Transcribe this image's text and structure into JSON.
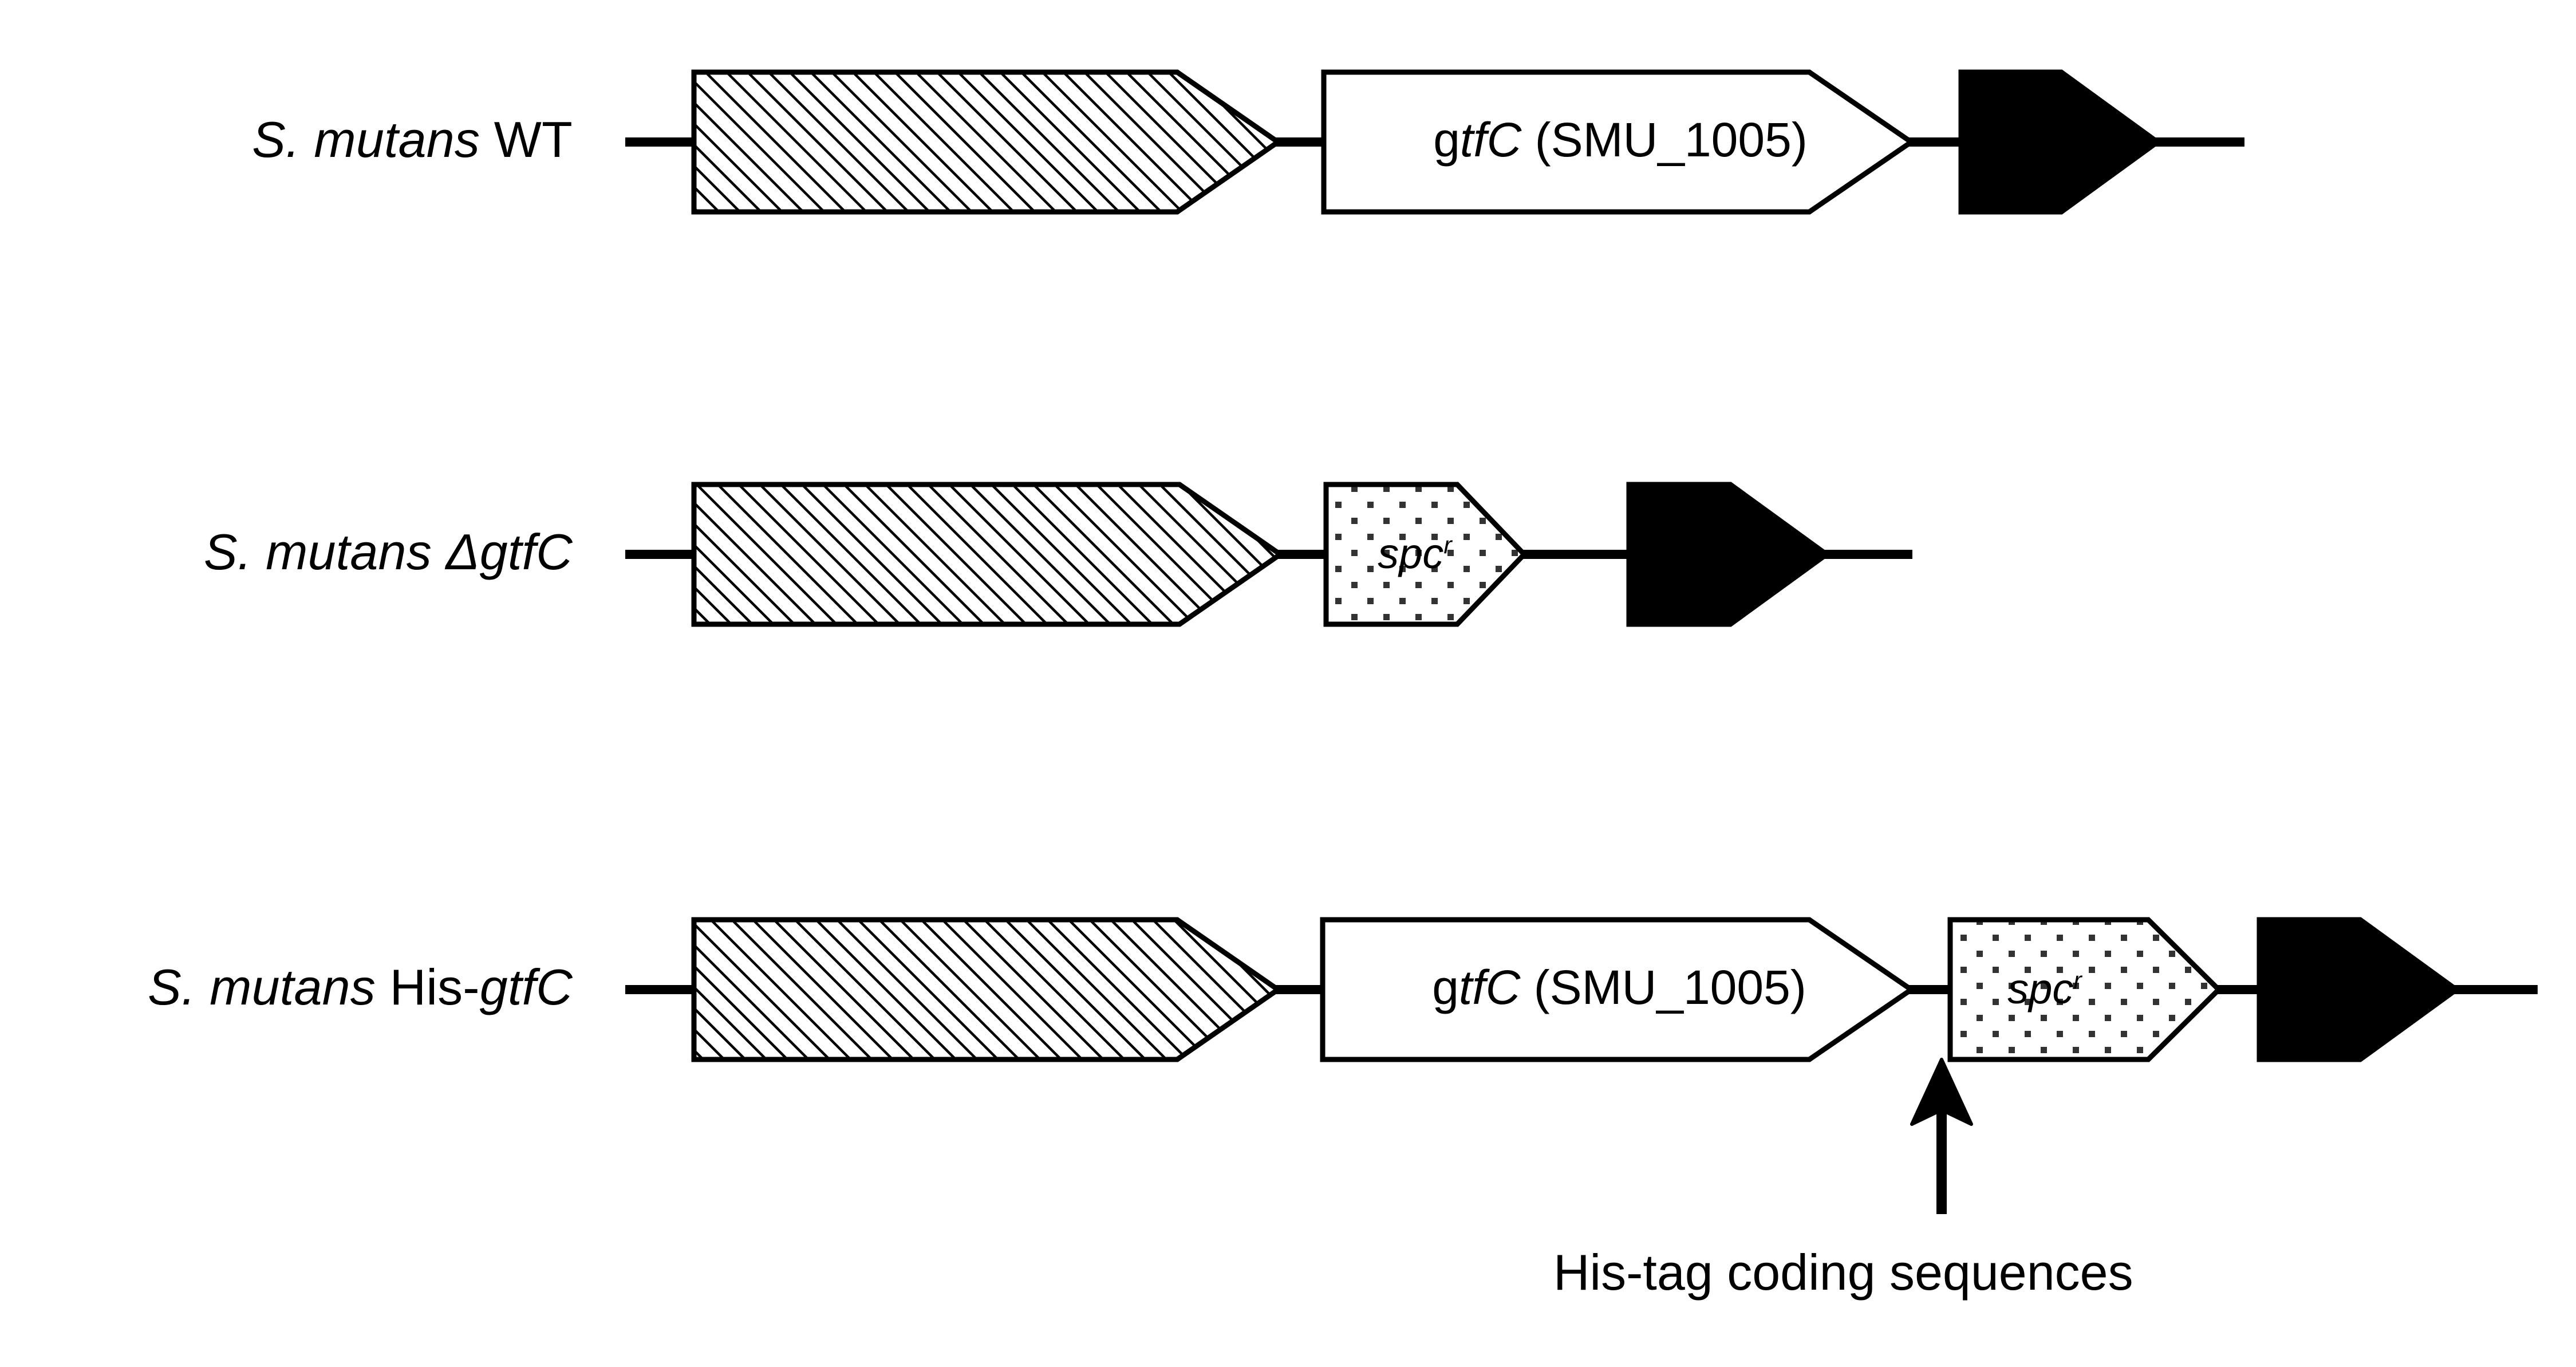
{
  "figure": {
    "type": "gene-locus-diagram",
    "background_color": "#ffffff",
    "stroke_color": "#000000",
    "rows": [
      {
        "id": "row-wt",
        "strain_label": {
          "genus_species": "S. mutans",
          "allele": "WT"
        },
        "features": [
          {
            "name": "upstream-gene",
            "fill": "hatched",
            "label": ""
          },
          {
            "name": "gtfC-gene",
            "fill": "white",
            "label_gene": "gtfC",
            "label_locus": "(SMU_1005)",
            "label_full": "gtfC (SMU_1005)"
          },
          {
            "name": "downstream-gene",
            "fill": "black",
            "label": ""
          }
        ]
      },
      {
        "id": "row-delta-gtfc",
        "strain_label": {
          "genus_species": "S. mutans",
          "allele": "ΔgtfC"
        },
        "features": [
          {
            "name": "upstream-gene",
            "fill": "hatched",
            "label": ""
          },
          {
            "name": "spc-resistance-cassette",
            "fill": "dotted",
            "label_gene": "spc",
            "label_superscript": "r",
            "label_full": "spc r"
          },
          {
            "name": "downstream-gene",
            "fill": "black",
            "label": ""
          }
        ]
      },
      {
        "id": "row-his-gtfc",
        "strain_label": {
          "genus_species": "S. mutans",
          "allele_prefix": "His-",
          "allele": "gtfC"
        },
        "features": [
          {
            "name": "upstream-gene",
            "fill": "hatched",
            "label": ""
          },
          {
            "name": "gtfC-gene",
            "fill": "white",
            "label_gene": "gtfC",
            "label_locus": "(SMU_1005)",
            "label_full": "gtfC (SMU_1005)"
          },
          {
            "name": "spc-resistance-cassette",
            "fill": "dotted",
            "label_gene": "spc",
            "label_superscript": "r",
            "label_full": "spc r"
          },
          {
            "name": "downstream-gene",
            "fill": "black",
            "label": ""
          }
        ]
      }
    ],
    "callout": {
      "text": "His-tag coding sequences",
      "arrow": "up-arrow-icon",
      "points_to": "junction between gtfC-gene and spc-resistance-cassette in row-his-gtfc"
    },
    "legend_fills": {
      "hatched": "diagonal-line-hatch",
      "dotted": "dot-stipple",
      "black": "solid-black",
      "white": "solid-white"
    }
  },
  "labels": {
    "row1_genus": "S. mutans",
    "row1_allele": " WT",
    "row2_genus": "S. mutans",
    "row2_allele": " ΔgtfC",
    "row3_genus": "S. mutans",
    "row3_allele_prefix": " His-",
    "row3_allele": "gtfC",
    "gtfc_gene": "g",
    "gtfc_gene_italic": "tfC",
    "gtfc_locus": " (SMU_1005)",
    "spc_text": "spc",
    "spc_sup": "r",
    "callout_text": "His-tag coding sequences"
  }
}
